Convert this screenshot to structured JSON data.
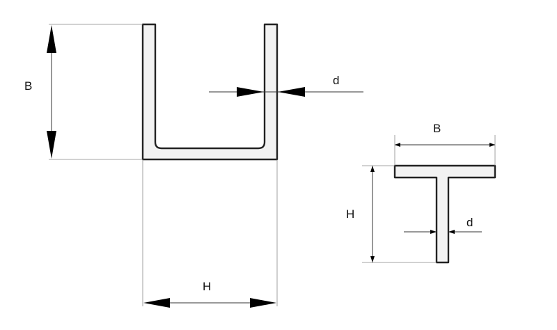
{
  "diagrams": {
    "u_channel": {
      "labels": {
        "height": "B",
        "width": "H",
        "thickness": "d"
      }
    },
    "t_section": {
      "labels": {
        "flange_width": "B",
        "height": "H",
        "thickness": "d"
      }
    }
  }
}
